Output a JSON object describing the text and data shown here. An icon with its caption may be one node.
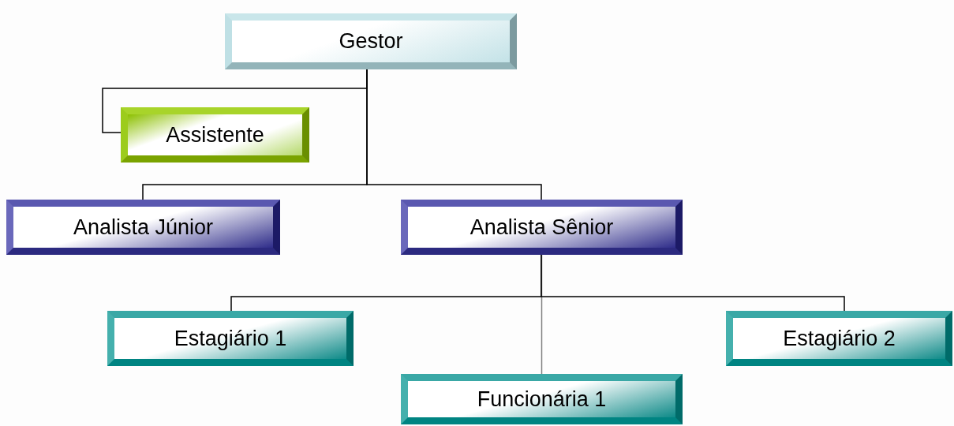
{
  "diagram": {
    "nodes": [
      {
        "text": [
          "Gestor"
        ]
      },
      {
        "text": [
          "Assistente"
        ]
      },
      {
        "text": [
          "Analista Júnior"
        ]
      },
      {
        "text": [
          "Analista Sênior"
        ]
      },
      {
        "text": [
          "Estagiário 1"
        ]
      },
      {
        "text": [
          "Funcionária 1"
        ]
      },
      {
        "text": [
          "Estagiário 2"
        ]
      }
    ],
    "edges": [
      {
        "from": 0,
        "to": 1,
        "arrow": "none"
      },
      {
        "from": 0,
        "to": 2,
        "arrow": "none"
      },
      {
        "from": 0,
        "to": 3,
        "arrow": "none"
      },
      {
        "from": 3,
        "to": 4,
        "arrow": "none"
      },
      {
        "from": 3,
        "to": 5,
        "arrow": "none",
        "color": "#808080"
      },
      {
        "from": 3,
        "to": 6,
        "arrow": "none"
      }
    ]
  }
}
